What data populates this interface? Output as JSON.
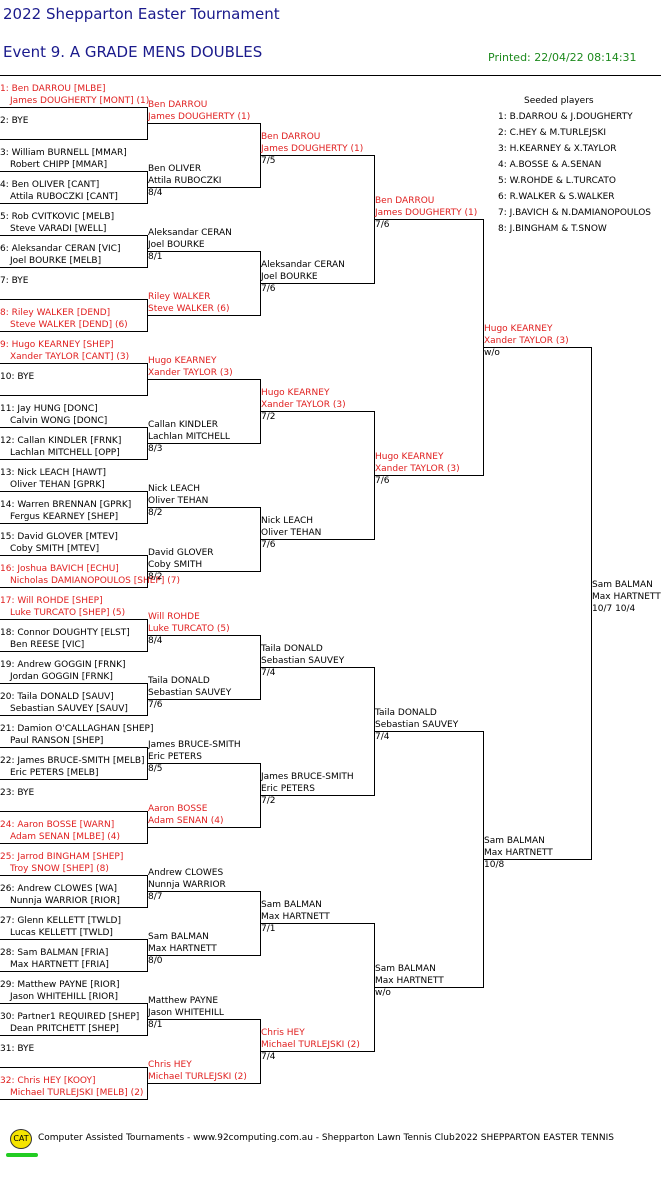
{
  "header": {
    "tournament": "2022 Shepparton Easter Tournament",
    "event": "Event 9. A GRADE MENS DOUBLES",
    "printed": "Printed: 22/04/22 08:14:31"
  },
  "seeded": {
    "title": "Seeded players",
    "items": [
      "1: B.DARROU & J.DOUGHERTY",
      "2: C.HEY & M.TURLEJSKI",
      "3: H.KEARNEY & X.TAYLOR",
      "4: A.BOSSE & A.SENAN",
      "5: W.ROHDE & L.TURCATO",
      "6: R.WALKER & S.WALKER",
      "7: J.BAVICH & N.DAMIANOPOULOS",
      "8: J.BINGHAM & T.SNOW"
    ]
  },
  "draw": [
    {
      "l1": "1: Ben DARROU [MLBE]",
      "l2": "James DOUGHERTY [MONT] (1)",
      "red": true
    },
    {
      "l1": "2: BYE",
      "l2": "",
      "red": false
    },
    {
      "l1": "3: William BURNELL [MMAR]",
      "l2": "Robert CHIPP [MMAR]",
      "red": false
    },
    {
      "l1": "4: Ben OLIVER [CANT]",
      "l2": "Attila RUBOCZKI [CANT]",
      "red": false
    },
    {
      "l1": "5: Rob CVITKOVIC [MELB]",
      "l2": "Steve VARADI [WELL]",
      "red": false
    },
    {
      "l1": "6: Aleksandar CERAN [VIC]",
      "l2": "Joel BOURKE [MELB]",
      "red": false
    },
    {
      "l1": "7: BYE",
      "l2": "",
      "red": false
    },
    {
      "l1": "8: Riley WALKER [DEND]",
      "l2": "Steve WALKER [DEND] (6)",
      "red": true
    },
    {
      "l1": "9: Hugo KEARNEY [SHEP]",
      "l2": "Xander TAYLOR [CANT] (3)",
      "red": true
    },
    {
      "l1": "10: BYE",
      "l2": "",
      "red": false
    },
    {
      "l1": "11: Jay HUNG [DONC]",
      "l2": "Calvin WONG [DONC]",
      "red": false
    },
    {
      "l1": "12: Callan KINDLER [FRNK]",
      "l2": "Lachlan MITCHELL [OPP]",
      "red": false
    },
    {
      "l1": "13: Nick LEACH [HAWT]",
      "l2": "Oliver TEHAN [GPRK]",
      "red": false
    },
    {
      "l1": "14: Warren BRENNAN [GPRK]",
      "l2": "Fergus KEARNEY [SHEP]",
      "red": false
    },
    {
      "l1": "15: David GLOVER [MTEV]",
      "l2": "Coby SMITH [MTEV]",
      "red": false
    },
    {
      "l1": "16: Joshua BAVICH [ECHU]",
      "l2": "Nicholas DAMIANOPOULOS [SHEP] (7)",
      "red": true
    },
    {
      "l1": "17: Will ROHDE [SHEP]",
      "l2": "Luke TURCATO [SHEP] (5)",
      "red": true
    },
    {
      "l1": "18: Connor DOUGHTY [ELST]",
      "l2": "Ben REESE [VIC]",
      "red": false
    },
    {
      "l1": "19: Andrew GOGGIN [FRNK]",
      "l2": "Jordan GOGGIN [FRNK]",
      "red": false
    },
    {
      "l1": "20: Taila DONALD [SAUV]",
      "l2": "Sebastian SAUVEY [SAUV]",
      "red": false
    },
    {
      "l1": "21: Damion O'CALLAGHAN [SHEP]",
      "l2": "Paul RANSON [SHEP]",
      "red": false
    },
    {
      "l1": "22: James BRUCE-SMITH [MELB]",
      "l2": "Eric PETERS [MELB]",
      "red": false
    },
    {
      "l1": "23: BYE",
      "l2": "",
      "red": false
    },
    {
      "l1": "24: Aaron BOSSE [WARN]",
      "l2": "Adam SENAN [MLBE] (4)",
      "red": true
    },
    {
      "l1": "25: Jarrod BINGHAM [SHEP]",
      "l2": "Troy SNOW [SHEP] (8)",
      "red": true
    },
    {
      "l1": "26: Andrew CLOWES [WA]",
      "l2": "Nunnja WARRIOR [RIOR]",
      "red": false
    },
    {
      "l1": "27: Glenn KELLETT [TWLD]",
      "l2": "Lucas KELLETT [TWLD]",
      "red": false
    },
    {
      "l1": "28: Sam BALMAN [FRIA]",
      "l2": "Max HARTNETT [FRIA]",
      "red": false
    },
    {
      "l1": "29: Matthew PAYNE [RIOR]",
      "l2": "Jason WHITEHILL [RIOR]",
      "red": false
    },
    {
      "l1": "30: Partner1 REQUIRED [SHEP]",
      "l2": "Dean PRITCHETT [SHEP]",
      "red": false
    },
    {
      "l1": "31: BYE",
      "l2": "",
      "red": false
    },
    {
      "l1": "32: Chris HEY [KOOY]",
      "l2": "Michael TURLEJSKI [MELB] (2)",
      "red": true
    }
  ],
  "rounds": [
    [
      {
        "l1": "Ben DARROU",
        "l2": "James DOUGHERTY (1)",
        "s": "",
        "red": true
      },
      {
        "l1": "Ben OLIVER",
        "l2": "Attila RUBOCZKI",
        "s": "8/4",
        "red": false
      },
      {
        "l1": "Aleksandar CERAN",
        "l2": "Joel BOURKE",
        "s": "8/1",
        "red": false
      },
      {
        "l1": "Riley WALKER",
        "l2": "Steve WALKER (6)",
        "s": "",
        "red": true
      },
      {
        "l1": "Hugo KEARNEY",
        "l2": "Xander TAYLOR (3)",
        "s": "",
        "red": true
      },
      {
        "l1": "Callan KINDLER",
        "l2": "Lachlan MITCHELL",
        "s": "8/3",
        "red": false
      },
      {
        "l1": "Nick LEACH",
        "l2": "Oliver TEHAN",
        "s": "8/2",
        "red": false
      },
      {
        "l1": "David GLOVER",
        "l2": "Coby SMITH",
        "s": "8/2",
        "red": false
      },
      {
        "l1": "Will ROHDE",
        "l2": "Luke TURCATO (5)",
        "s": "8/4",
        "red": true
      },
      {
        "l1": "Taila DONALD",
        "l2": "Sebastian SAUVEY",
        "s": "7/6",
        "red": false
      },
      {
        "l1": "James BRUCE-SMITH",
        "l2": "Eric PETERS",
        "s": "8/5",
        "red": false
      },
      {
        "l1": "Aaron BOSSE",
        "l2": "Adam SENAN (4)",
        "s": "",
        "red": true
      },
      {
        "l1": "Andrew CLOWES",
        "l2": "Nunnja WARRIOR",
        "s": "8/7",
        "red": false
      },
      {
        "l1": "Sam BALMAN",
        "l2": "Max HARTNETT",
        "s": "8/0",
        "red": false
      },
      {
        "l1": "Matthew PAYNE",
        "l2": "Jason WHITEHILL",
        "s": "8/1",
        "red": false
      },
      {
        "l1": "Chris HEY",
        "l2": "Michael TURLEJSKI (2)",
        "s": "",
        "red": true
      }
    ],
    [
      {
        "l1": "Ben DARROU",
        "l2": "James DOUGHERTY (1)",
        "s": "7/5",
        "red": true
      },
      {
        "l1": "Aleksandar CERAN",
        "l2": "Joel BOURKE",
        "s": "7/6",
        "red": false
      },
      {
        "l1": "Hugo KEARNEY",
        "l2": "Xander TAYLOR (3)",
        "s": "7/2",
        "red": true
      },
      {
        "l1": "Nick LEACH",
        "l2": "Oliver TEHAN",
        "s": "7/6",
        "red": false
      },
      {
        "l1": "Taila DONALD",
        "l2": "Sebastian SAUVEY",
        "s": "7/4",
        "red": false
      },
      {
        "l1": "James BRUCE-SMITH",
        "l2": "Eric PETERS",
        "s": "7/2",
        "red": false
      },
      {
        "l1": "Sam BALMAN",
        "l2": "Max HARTNETT",
        "s": "7/1",
        "red": false
      },
      {
        "l1": "Chris HEY",
        "l2": "Michael TURLEJSKI (2)",
        "s": "7/4",
        "red": true
      }
    ],
    [
      {
        "l1": "Ben DARROU",
        "l2": "James DOUGHERTY (1)",
        "s": "7/6",
        "red": true
      },
      {
        "l1": "Hugo KEARNEY",
        "l2": "Xander TAYLOR (3)",
        "s": "7/6",
        "red": true
      },
      {
        "l1": "Taila DONALD",
        "l2": "Sebastian SAUVEY",
        "s": "7/4",
        "red": false
      },
      {
        "l1": "Sam BALMAN",
        "l2": "Max HARTNETT",
        "s": "w/o",
        "red": false
      }
    ],
    [
      {
        "l1": "Hugo KEARNEY",
        "l2": "Xander TAYLOR (3)",
        "s": "w/o",
        "red": true
      },
      {
        "l1": "Sam BALMAN",
        "l2": "Max HARTNETT",
        "s": "10/8",
        "red": false
      }
    ],
    [
      {
        "l1": "Sam BALMAN",
        "l2": "Max HARTNETT",
        "s": "10/7 10/4",
        "red": false
      }
    ]
  ],
  "footer": {
    "logo": "CAT",
    "credit": "Computer Assisted Tournaments - www.92computing.com.au -  Shepparton Lawn Tennis Club",
    "event_name": "2022 SHEPPARTON EASTER TENNIS"
  }
}
